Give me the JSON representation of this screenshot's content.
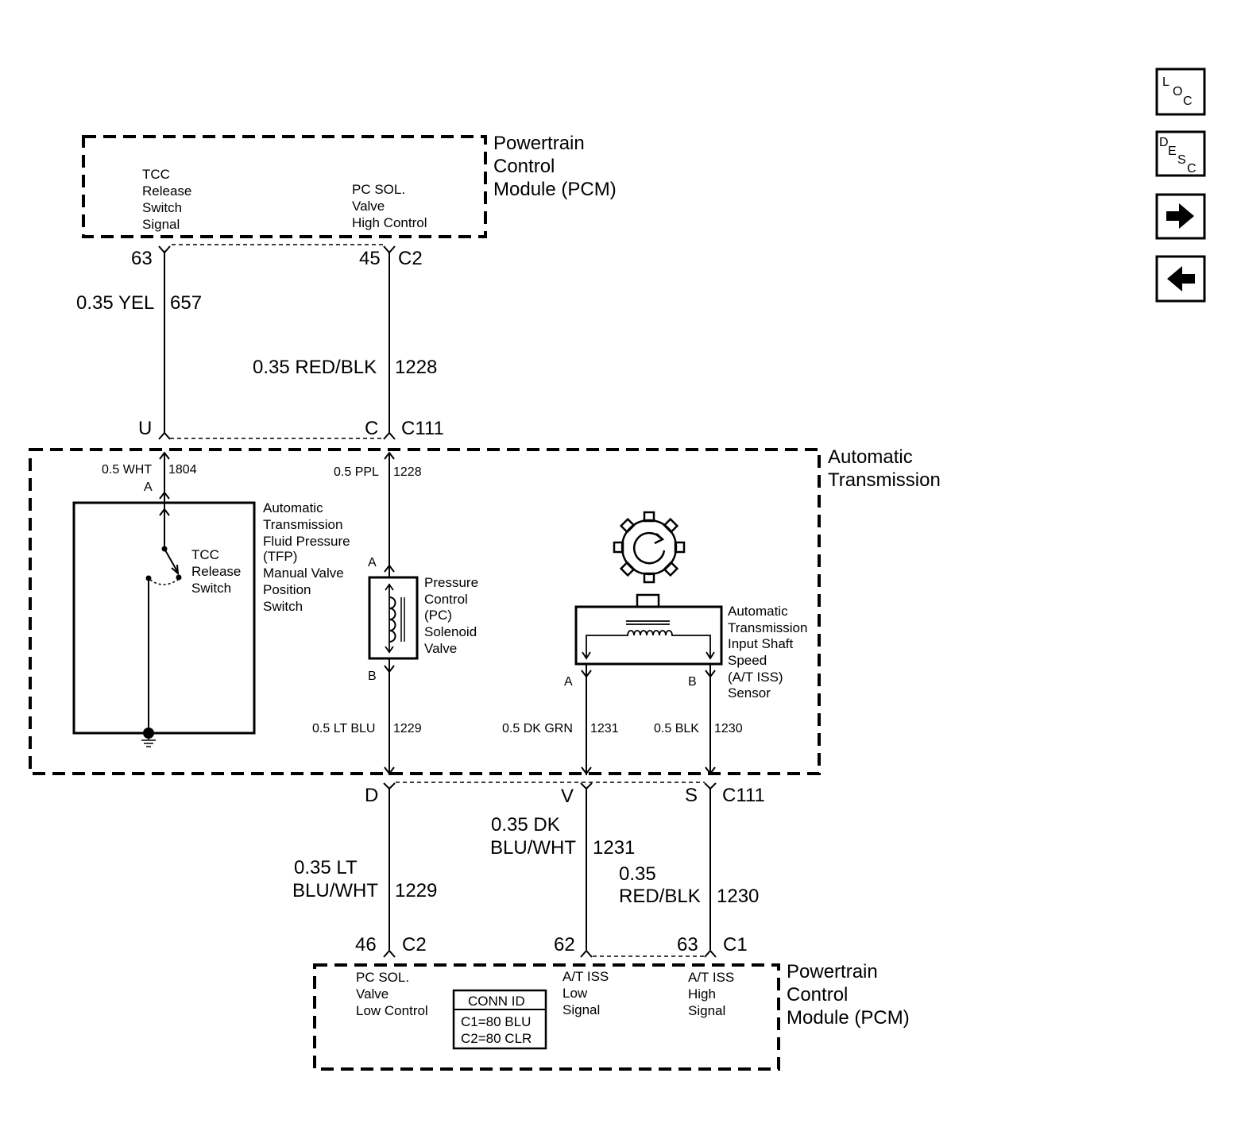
{
  "nav": {
    "loc": [
      "L",
      "O",
      "C"
    ],
    "desc": [
      "D",
      "E",
      "S",
      "C"
    ]
  },
  "pcm_top": {
    "title": [
      "Powertrain",
      "Control",
      "Module (PCM)"
    ],
    "tcc_signal": [
      "TCC",
      "Release",
      "Switch",
      "Signal"
    ],
    "pc_high": [
      "PC SOL.",
      "Valve",
      "High Control"
    ],
    "pin_63": "63",
    "pin_45": "45",
    "conn_c2": "C2"
  },
  "wires_top": {
    "w657_label": "0.35 YEL",
    "w657_circuit": "657",
    "w1228_label": "0.35 RED/BLK",
    "w1228_circuit": "1228"
  },
  "c111_top": {
    "pin_u": "U",
    "pin_c": "C",
    "conn": "C111"
  },
  "trans": {
    "title": [
      "Automatic",
      "Transmission"
    ],
    "w1804_label": "0.5 WHT",
    "w1804_circuit": "1804",
    "pin_a_tfp": "A",
    "tfp_desc": [
      "Automatic",
      "Transmission",
      "Fluid Pressure",
      "(TFP)",
      "Manual Valve",
      "Position",
      "Switch"
    ],
    "tcc_switch": [
      "TCC",
      "Release",
      "Switch"
    ],
    "w1228_label": "0.5 PPL",
    "w1228_circuit": "1228",
    "pc_pin_a": "A",
    "pc_pin_b": "B",
    "pc_desc": [
      "Pressure",
      "Control",
      "(PC)",
      "Solenoid",
      "Valve"
    ],
    "w1229_label": "0.5 LT BLU",
    "w1229_circuit": "1229",
    "iss_desc": [
      "Automatic",
      "Transmission",
      "Input Shaft",
      "Speed",
      "(A/T ISS)",
      "Sensor"
    ],
    "iss_pin_a": "A",
    "iss_pin_b": "B",
    "w1231_label": "0.5 DK GRN",
    "w1231_circuit": "1231",
    "w1230_label": "0.5 BLK",
    "w1230_circuit": "1230"
  },
  "c111_bottom": {
    "pin_d": "D",
    "pin_v": "V",
    "pin_s": "S",
    "conn": "C111"
  },
  "wires_bottom": {
    "w1229_label": [
      "0.35 LT",
      "BLU/WHT"
    ],
    "w1229_circuit": "1229",
    "w1231_label": [
      "0.35 DK",
      "BLU/WHT"
    ],
    "w1231_circuit": "1231",
    "w1230_label": [
      "0.35",
      "RED/BLK"
    ],
    "w1230_circuit": "1230"
  },
  "pcm_bottom": {
    "pin_46": "46",
    "conn_c2": "C2",
    "pin_62": "62",
    "pin_63": "63",
    "conn_c1": "C1",
    "pc_low": [
      "PC SOL.",
      "Valve",
      "Low Control"
    ],
    "iss_low": [
      "A/T ISS",
      "Low",
      "Signal"
    ],
    "iss_high": [
      "A/T ISS",
      "High",
      "Signal"
    ],
    "conn_id_title": "CONN ID",
    "conn_id_rows": [
      "C1=80 BLU",
      "C2=80 CLR"
    ],
    "title": [
      "Powertrain",
      "Control",
      "Module (PCM)"
    ]
  }
}
